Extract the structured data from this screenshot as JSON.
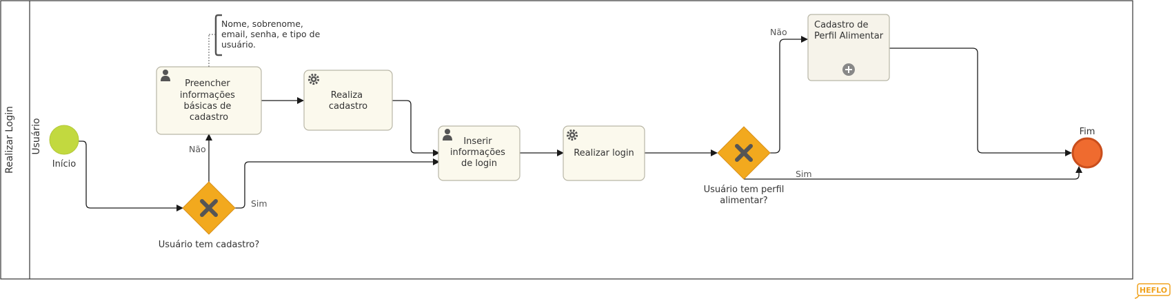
{
  "pool": {
    "name": "Realizar Login"
  },
  "lane": {
    "name": "Usuário"
  },
  "events": {
    "start": {
      "label": "Início",
      "color": "#c2d93f"
    },
    "end": {
      "label": "Fim",
      "color": "#ef6b2f"
    }
  },
  "tasks": {
    "preencher": {
      "lines": [
        "Preencher",
        "informações",
        "básicas de",
        "cadastro"
      ],
      "type": "user"
    },
    "realiza_cadastro": {
      "lines": [
        "Realiza",
        "cadastro"
      ],
      "type": "service"
    },
    "inserir": {
      "lines": [
        "Inserir",
        "informações",
        "de login"
      ],
      "type": "user"
    },
    "realizar_login": {
      "lines": [
        "Realizar login"
      ],
      "type": "service"
    },
    "perfil": {
      "lines": [
        "Cadastro de",
        "Perfil Alimentar"
      ],
      "type": "subprocess"
    }
  },
  "gateways": {
    "tem_cadastro": {
      "lines": [
        "Usuário tem cadastro?"
      ],
      "color": "#f2a91e"
    },
    "tem_perfil": {
      "lines": [
        "Usuário tem perfil",
        "alimentar?"
      ],
      "color": "#f2a91e"
    }
  },
  "flow_labels": {
    "nao_1": "Não",
    "sim_1": "Sim",
    "nao_2": "Não",
    "sim_2": "Sim"
  },
  "annotation": {
    "lines": [
      "Nome, sobrenome,",
      "email, senha, e tipo de",
      "usuário."
    ]
  },
  "brand": {
    "text": "HEFLO",
    "color": "#f0a21d"
  }
}
